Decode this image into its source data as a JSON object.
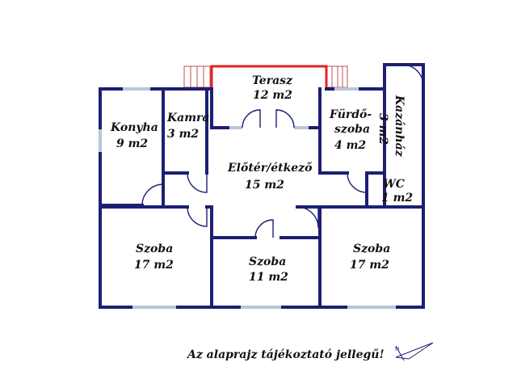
{
  "colors": {
    "wall": "#1c1f73",
    "terrace": "#e12424",
    "window": "#b9c6d8",
    "text": "#111111"
  },
  "rooms": {
    "terasz": {
      "name": "Terasz",
      "area": "12 m2"
    },
    "konyha": {
      "name": "Konyha",
      "area": "9 m2"
    },
    "kamra": {
      "name": "Kamra",
      "area": "3 m2"
    },
    "eloter": {
      "name": "Előtér/étkező",
      "area": "15 m2"
    },
    "furdo": {
      "name_line1": "Fürdő-",
      "name_line2": "szoba",
      "area": "4 m2"
    },
    "kazanhaz": {
      "name": "Kazánház",
      "area": "3 m2"
    },
    "wc": {
      "name": "WC",
      "area": "1 m2"
    },
    "szoba_left": {
      "name": "Szoba",
      "area": "17 m2"
    },
    "szoba_middle": {
      "name": "Szoba",
      "area": "11 m2"
    },
    "szoba_right": {
      "name": "Szoba",
      "area": "17 m2"
    }
  },
  "note": "Az alaprajz tájékoztató jellegű!",
  "icons": {
    "compass": "north-arrow-icon"
  }
}
